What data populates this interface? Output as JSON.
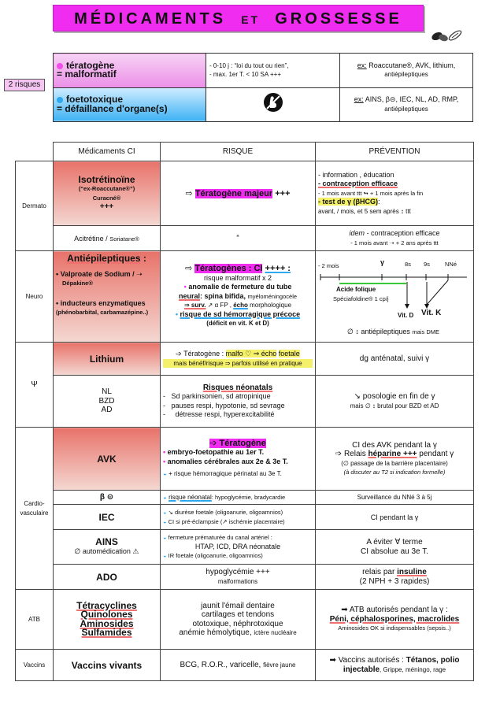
{
  "title": {
    "part1": "MÉDICAMENTS",
    "part2": "ET",
    "part3": "GROSSESSE"
  },
  "tag": "2 risques",
  "risks": [
    {
      "name": "tératogène",
      "desc": "= malformatif",
      "info1": "- 0-10 j : “loi du tout ou rien”,",
      "info2": "- max. 1er T. < 10 SA +++",
      "ex_label": "ex:",
      "ex1": "Roaccutane®, AVK, lithium,",
      "ex2": "antiépileptiques"
    },
    {
      "name": "foetotoxique",
      "desc": "= défaillance d'organe(s)",
      "ex_label": "ex:",
      "ex1": "AINS, β⊝, IEC, NL, AD, RMP,",
      "ex2": "antiépileptiques"
    }
  ],
  "headers": {
    "drug": "Médicaments CI",
    "risk": "RISQUE",
    "prev": "PRÉVENTION"
  },
  "categories": {
    "dermato": "Dermato",
    "neuro": "Neuro",
    "psy": "Ψ",
    "cardio1": "Cardio-",
    "cardio2": "vasculaire",
    "atb": "ATB",
    "vaccins": "Vaccins"
  },
  "dermato": {
    "iso_name": "Isotrétinoïne",
    "iso_sub1": "(“ex-Roaccutane®”)",
    "iso_sub2": "Curacné®",
    "iso_plus": "+++",
    "iso_risk": "Tératogène majeur",
    "iso_risk_plus": "+++",
    "iso_prev1": "- information , éducation",
    "iso_prev2": "- contraception efficace",
    "iso_prev3": "- 1 mois avant ttt ↬ + 1 mois après la fin",
    "iso_prev4a": "- test de γ (βHCG)",
    "iso_prev4b": ":",
    "iso_prev5": "avant, / mois, et 5 sem après ↕ ttt",
    "aci_name": "Acitrétine /",
    "aci_brand": "Soriatane®",
    "aci_risk": "“",
    "aci_prev1a": "idem",
    "aci_prev1b": "- contraception efficace",
    "aci_prev2": "- 1 mois avant ➝ + 2 ans après ttt"
  },
  "neuro": {
    "name": "Antiépileptiques",
    "name_colon": ":",
    "val1": "• Valproate de Sodium / ➝",
    "val2": "Dépakine®",
    "ind1": "• inducteurs enzymatiques",
    "ind2": "(phénobarbital, carbamazépine..)",
    "risk_title": "Tératogènes : CI",
    "risk_plus": "++++ :",
    "r1": "risque malformatif x 2",
    "r2": "anomalie de fermeture du tube",
    "r3a": "neural",
    "r3b": ": spina bifida,",
    "r3c": "myéloméningocèle",
    "r4a": "⇒ surv.",
    "r4b": "↗ α FP ,",
    "r4c": "écho",
    "r4d": "morphologique",
    "r5": "risque de sd hémorragique précoce",
    "r6": "(déficit en vit. K et D)",
    "tl_start": "- 2 mois",
    "tl_gamma": "γ",
    "tl_8": "8s",
    "tl_9": "9s",
    "tl_nne": "NNé",
    "acide": "Acide folique",
    "speciafoldine": "Spéciafoldine® 1 cp/j",
    "vitd": "Vit. D",
    "vitk": "Vit. K",
    "prev_bottom": "∅ ↕ antiépileptiques",
    "prev_bottom2": "mais DME"
  },
  "psy": {
    "lithium": "Lithium",
    "li_risk1a": "➩ Tératogène :",
    "li_risk1b": "malfo ♡ ⇒ écho",
    "li_risk1c": "foetale",
    "li_risk2": "mais bénéf/risque ⇒ parfois utilisé en pratique",
    "li_prev": "dg anténatal, suivi γ",
    "nl": "NL",
    "bzd": "BZD",
    "ad": "AD",
    "neo_title": "Risques néonatals",
    "neo1": "Sd parkinsonien, sd atropinique",
    "neo2": "pauses respi, hypotonie, sd sevrage",
    "neo3": "détresse respi, hyperexcitabilité",
    "neo_prev1": "↘ posologie en fin de γ",
    "neo_prev2": "mais ∅ ↕ brutal pour BZD et AD"
  },
  "cardio": {
    "avk": "AVK",
    "avk_r1": "➩ Tératogène",
    "avk_r2": "embryo-foetopathie au 1er T.",
    "avk_r3": "anomalies cérébrales aux 2e & 3e T.",
    "avk_r4": "+ risque hémorragique périnatal au 3e T.",
    "avk_p1": "CI des AVK pendant la γ",
    "avk_p2a": "➩ Relais",
    "avk_p2b": "héparine +++",
    "avk_p2c": "pendant γ",
    "avk_p3": "(∅ passage de la barrière placentaire)",
    "avk_p4": "(à discuter au T2 si indication formelle)",
    "beta": "β ⊝",
    "beta_r1": "risque néonatal",
    "beta_r2": ": hypoglycémie, bradycardie",
    "beta_p": "Surveillance du NNé 3 à 5j",
    "iec": "IEC",
    "iec_r1": "↘ diurèse foetale (oligoanurie, oligoamnios)",
    "iec_r2": "CI si pré-éclampsie (↗ ischémie placentaire)",
    "iec_p": "CI pendant la γ",
    "ains": "AINS",
    "ains2": "∅ automédication ⚠",
    "ains_r1": "fermeture prématurée du canal artériel :",
    "ains_r2": "HTAP, ICD, DRA néonatale",
    "ains_r3": "IR foetale (oligoanurie, oligoamnios)",
    "ains_p1": "A éviter ∀ terme",
    "ains_p2": "CI absolue au 3e T.",
    "ado": "ADO",
    "ado_r1": "hypoglycémie +++",
    "ado_r2": "malformations",
    "ado_p1a": "relais par",
    "ado_p1b": "insuline",
    "ado_p2": "(2 NPH + 3 rapides)"
  },
  "atb": {
    "d1": "Tétracyclines",
    "d2": "Quinolones",
    "d3": "Aminosides",
    "d4": "Sulfamides",
    "r1": "jaunit l'émail dentaire",
    "r2": "cartilages et tendons",
    "r3": "ototoxique, néphrotoxique",
    "r4a": "anémie hémolytique,",
    "r4b": "ictère nucléaire",
    "p1": "➡ ATB autorisés pendant la γ :",
    "p2": "Péni, céphalosporines, macrolides",
    "p3": "Aminosides OK si indispensables (sepsis..)"
  },
  "vaccins": {
    "name": "Vaccins vivants",
    "r1": "BCG, R.O.R., varicelle,",
    "r2": "fièvre jaune",
    "p1a": "➡ Vaccins autorisés :",
    "p1b": "Tétanos, polio",
    "p2a": "injectable",
    "p2b": ", Grippe, méningo, rage"
  },
  "colors": {
    "magenta": "#f02cf0",
    "blue": "#2fa8ef",
    "red": "#e8302a",
    "yellow": "#f4f06a"
  },
  "icons": [
    "pills-icon",
    "pregnancy-icon",
    "warning-icon"
  ]
}
